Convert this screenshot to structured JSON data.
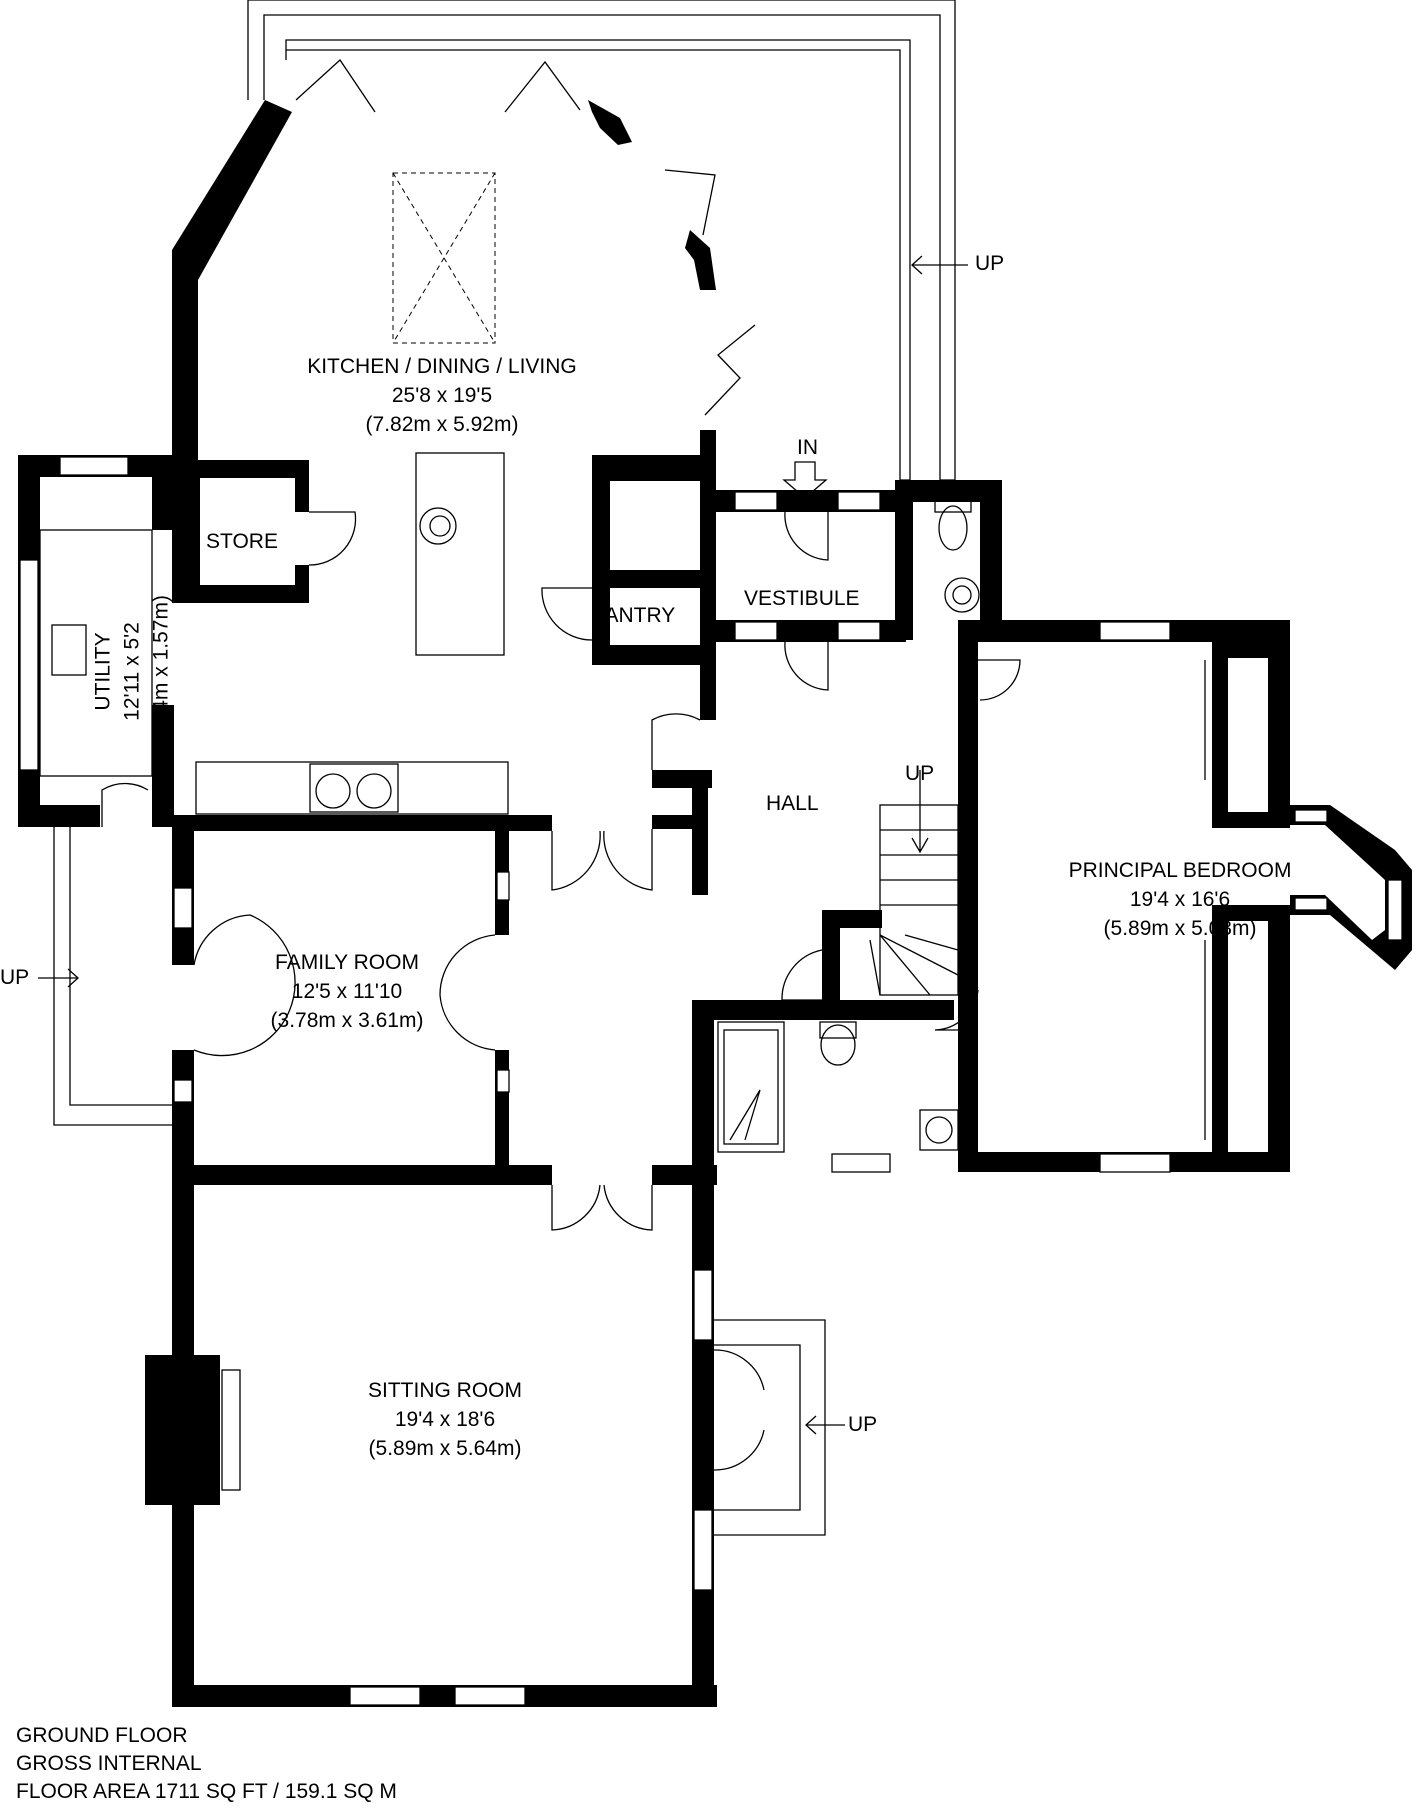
{
  "rooms": {
    "kitchen": {
      "name": "KITCHEN / DINING / LIVING",
      "imperial": "25'8 x 19'5",
      "metric": "(7.82m x 5.92m)"
    },
    "utility": {
      "name": "UTILITY",
      "imperial": "12'11 x 5'2",
      "metric": "(3.94m x 1.57m)"
    },
    "store": {
      "name": "STORE"
    },
    "pantry": {
      "name": "PANTRY"
    },
    "vestibule": {
      "name": "VESTIBULE"
    },
    "hall": {
      "name": "HALL"
    },
    "principal_bedroom": {
      "name": "PRINCIPAL BEDROOM",
      "imperial": "19'4 x 16'6",
      "metric": "(5.89m x 5.03m)"
    },
    "family_room": {
      "name": "FAMILY ROOM",
      "imperial": "12'5 x 11'10",
      "metric": "(3.78m x 3.61m)"
    },
    "sitting_room": {
      "name": "SITTING ROOM",
      "imperial": "19'4 x 18'6",
      "metric": "(5.89m x 5.64m)"
    }
  },
  "markers": {
    "up": "UP",
    "in": "IN"
  },
  "footer": {
    "line1": "GROUND FLOOR",
    "line2": "GROSS INTERNAL",
    "line3": "FLOOR AREA 1711 SQ FT / 159.1 SQ M"
  }
}
